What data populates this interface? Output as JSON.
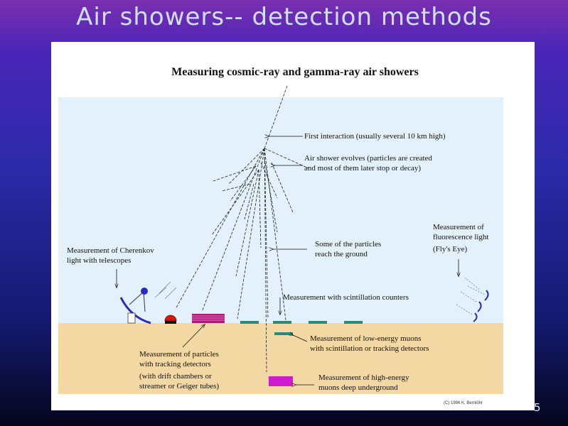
{
  "slide": {
    "title": "Air showers-- detection methods",
    "page_number": "5"
  },
  "figure": {
    "title": "Measuring cosmic-ray and gamma-ray air showers",
    "labels": {
      "first_interaction": "First interaction (usually several 10 km high)",
      "shower_evolves_1": "Air shower evolves (particles are created",
      "shower_evolves_2": "and most of them later stop or decay)",
      "cherenkov_1": "Measurement of Cherenkov",
      "cherenkov_2": "light with telescopes",
      "reach_ground_1": "Some of the particles",
      "reach_ground_2": "reach the ground",
      "fluorescence_1": "Measurement of",
      "fluorescence_2": "fluorescence light",
      "fluorescence_3": "(Fly's Eye)",
      "scintillation": "Measurement with scintillation counters",
      "low_energy_muons_1": "Measurement of low-energy muons",
      "low_energy_muons_2": "with scintillation or tracking detectors",
      "tracking_1": "Measurement of particles",
      "tracking_2": "with tracking detectors",
      "tracking_3": "(with drift chambers or",
      "tracking_4": "streamer or Geiger tubes)",
      "high_energy_muons_1": "Measurement of high-energy",
      "high_energy_muons_2": "muons deep underground",
      "copyright": "(C) 1996 K. Bernlöhr"
    },
    "colors": {
      "sky": "#e2f1fb",
      "ground": "#f4d8a4",
      "scintillator": "#2a8a7a",
      "tracking_detector": "#b0157a",
      "underground_detector": "#d01ad0",
      "telescope_mirror": "#2a2ac0",
      "red_detector": "#e01010"
    }
  }
}
